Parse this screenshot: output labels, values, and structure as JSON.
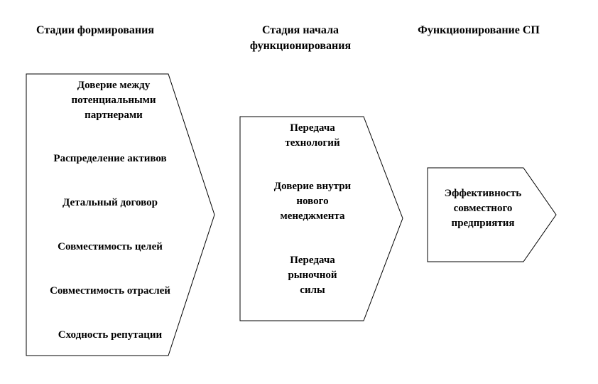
{
  "headings": {
    "formation": "Стадии формирования",
    "start": "Стадия начала\nфункционирования",
    "operation": "Функционирование СП"
  },
  "stage1": {
    "items": [
      {
        "label": "Доверие между\nпотенциальными\nпартнерами"
      },
      {
        "label": "Распределение активов"
      },
      {
        "label": "Детальный договор"
      },
      {
        "label": "Совместимость целей"
      },
      {
        "label": "Совместимость отраслей"
      },
      {
        "label": "Сходность репутации"
      }
    ]
  },
  "stage2": {
    "items": [
      {
        "label": "Передача\nтехнологий"
      },
      {
        "label": "Доверие внутри\nнового\nменеджмента"
      },
      {
        "label": "Передача\nрыночной\nсилы"
      }
    ]
  },
  "stage3": {
    "items": [
      {
        "label": "Эффективность\nсовместного\nпредприятия"
      }
    ]
  }
}
